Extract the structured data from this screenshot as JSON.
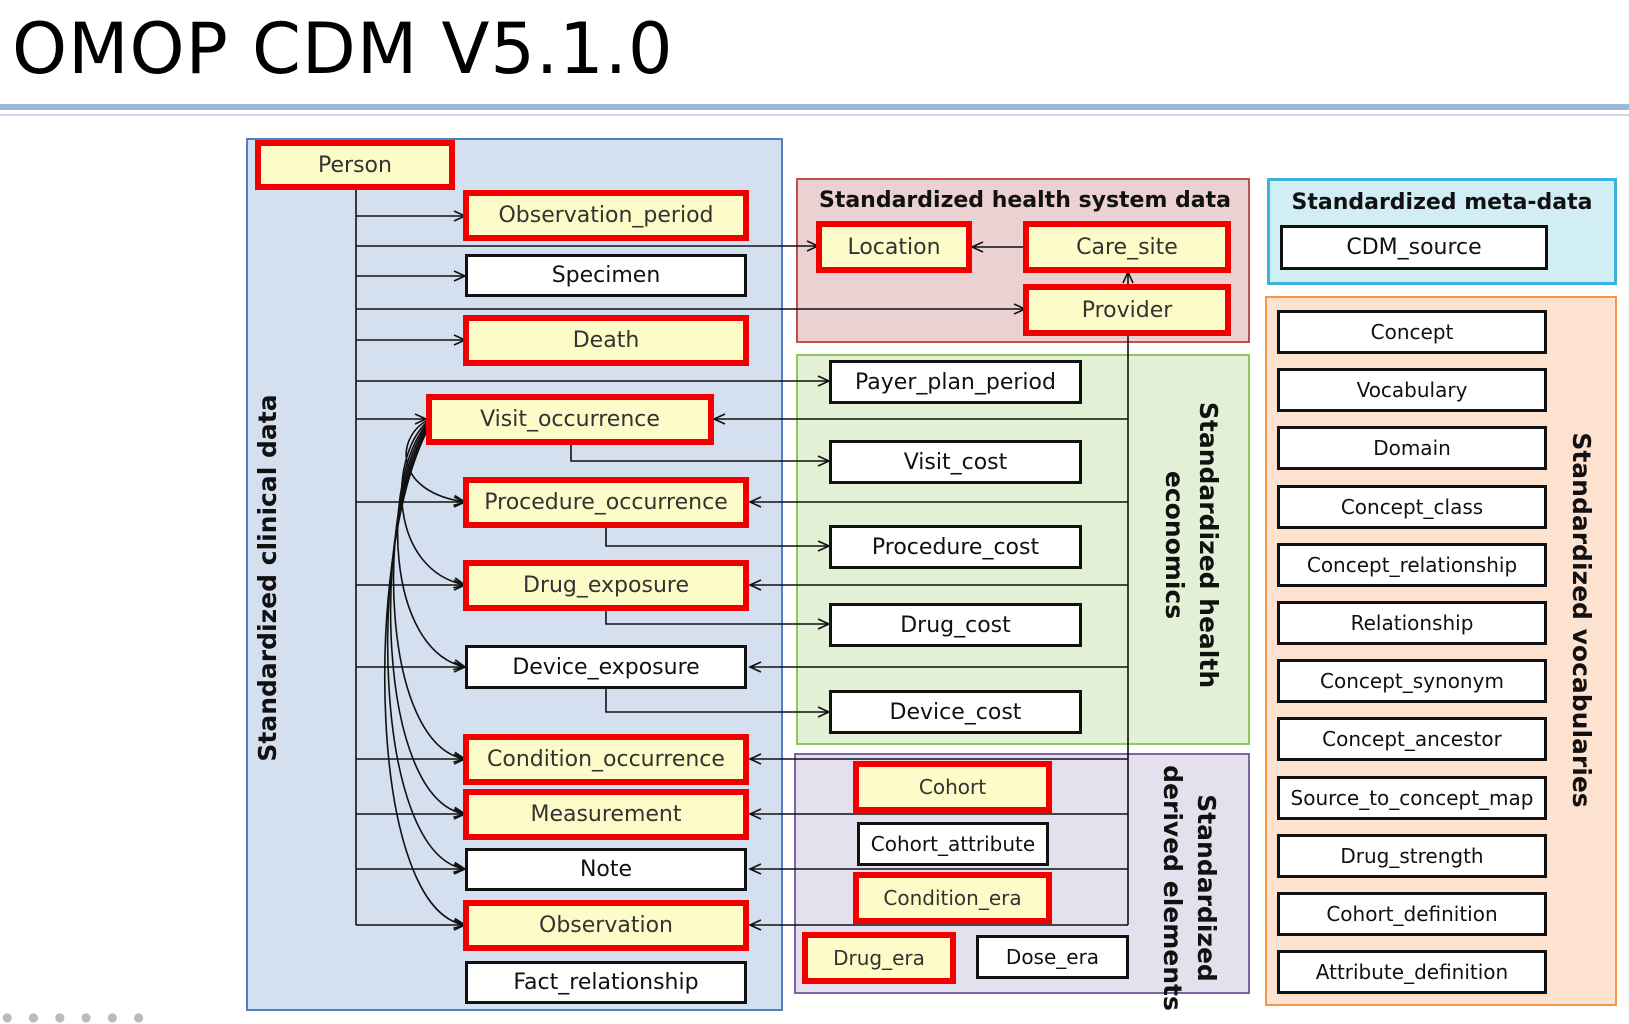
{
  "title": "OMOP CDM V5.1.0",
  "regions": {
    "clinical": "Standardized clinical data",
    "health_system": "Standardized health system data",
    "economics": "Standardized health economics",
    "derived": "Standardized derived elements",
    "meta": "Standardized meta-data",
    "vocabularies": "Standardized vocabularies"
  },
  "clinical_tables": {
    "person": "Person",
    "observation_period": "Observation_period",
    "specimen": "Specimen",
    "death": "Death",
    "visit_occurrence": "Visit_occurrence",
    "procedure_occurrence": "Procedure_occurrence",
    "drug_exposure": "Drug_exposure",
    "device_exposure": "Device_exposure",
    "condition_occurrence": "Condition_occurrence",
    "measurement": "Measurement",
    "note": "Note",
    "observation": "Observation",
    "fact_relationship": "Fact_relationship"
  },
  "health_system_tables": {
    "location": "Location",
    "care_site": "Care_site",
    "provider": "Provider"
  },
  "economics_tables": {
    "payer_plan_period": "Payer_plan_period",
    "visit_cost": "Visit_cost",
    "procedure_cost": "Procedure_cost",
    "drug_cost": "Drug_cost",
    "device_cost": "Device_cost"
  },
  "derived_tables": {
    "cohort": "Cohort",
    "cohort_attribute": "Cohort_attribute",
    "condition_era": "Condition_era",
    "drug_era": "Drug_era",
    "dose_era": "Dose_era"
  },
  "meta_tables": {
    "cdm_source": "CDM_source"
  },
  "vocabulary_tables": {
    "concept": "Concept",
    "vocabulary": "Vocabulary",
    "domain": "Domain",
    "concept_class": "Concept_class",
    "concept_relationship": "Concept_relationship",
    "relationship": "Relationship",
    "concept_synonym": "Concept_synonym",
    "concept_ancestor": "Concept_ancestor",
    "source_to_concept_map": "Source_to_concept_map",
    "drug_strength": "Drug_strength",
    "cohort_definition": "Cohort_definition",
    "attribute_definition": "Attribute_definition"
  },
  "colors": {
    "highlight_border": "#f20000",
    "highlight_fill": "#fdfbc8",
    "clinical": "#4f81bd",
    "health_system": "#c0504d",
    "economics": "#8ec95a",
    "derived": "#8064a2",
    "meta": "#3cb2dc",
    "vocabularies": "#f79646"
  }
}
